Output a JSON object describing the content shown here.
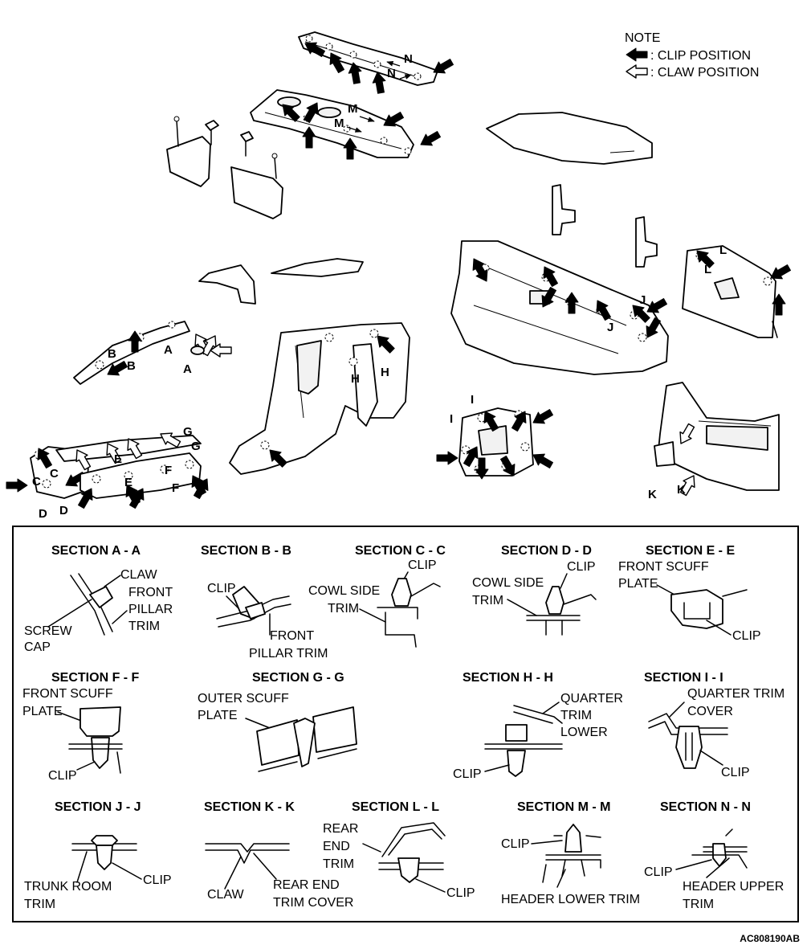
{
  "note": {
    "heading": "NOTE",
    "clip_text": ": CLIP POSITION",
    "claw_text": ": CLAW POSITION"
  },
  "section_letters": {
    "a": "A",
    "b": "B",
    "c": "C",
    "d": "D",
    "e": "E",
    "f": "F",
    "g": "G",
    "h": "H",
    "i": "I",
    "j": "J",
    "k": "K",
    "l": "L",
    "m": "M",
    "n": "N"
  },
  "sections": {
    "a": {
      "title": "SECTION A - A",
      "claw": "CLAW",
      "front_pillar_trim": [
        "FRONT",
        "PILLAR",
        "TRIM"
      ],
      "screw_cap": [
        "SCREW",
        "CAP"
      ]
    },
    "b": {
      "title": "SECTION B - B",
      "clip": "CLIP",
      "front_pillar_trim": [
        "FRONT",
        "PILLAR TRIM"
      ]
    },
    "c": {
      "title": "SECTION C - C",
      "clip": "CLIP",
      "cowl_side_trim": [
        "COWL SIDE",
        "TRIM"
      ]
    },
    "d": {
      "title": "SECTION D - D",
      "clip": "CLIP",
      "cowl_side_trim": [
        "COWL SIDE",
        "TRIM"
      ]
    },
    "e": {
      "title": "SECTION E - E",
      "front_scuff_plate": [
        "FRONT SCUFF",
        "PLATE"
      ],
      "clip": "CLIP"
    },
    "f": {
      "title": "SECTION F - F",
      "front_scuff_plate": [
        "FRONT SCUFF",
        "PLATE"
      ],
      "clip": "CLIP"
    },
    "g": {
      "title": "SECTION G - G",
      "outer_scuff_plate": [
        "OUTER SCUFF",
        "PLATE"
      ]
    },
    "h": {
      "title": "SECTION H - H",
      "quarter_trim_lower": [
        "QUARTER",
        "TRIM",
        "LOWER"
      ],
      "clip": "CLIP"
    },
    "i": {
      "title": "SECTION I - I",
      "quarter_trim_cover": [
        "QUARTER TRIM",
        "COVER"
      ],
      "clip": "CLIP"
    },
    "j": {
      "title": "SECTION J - J",
      "trunk_room_trim": [
        "TRUNK ROOM",
        "TRIM"
      ],
      "clip": "CLIP"
    },
    "k": {
      "title": "SECTION K - K",
      "claw": "CLAW",
      "rear_end_trim_cover": [
        "REAR END",
        "TRIM COVER"
      ]
    },
    "l": {
      "title": "SECTION L - L",
      "rear_end_trim": [
        "REAR",
        "END",
        "TRIM"
      ],
      "clip": "CLIP"
    },
    "m": {
      "title": "SECTION M - M",
      "clip": "CLIP",
      "header_lower_trim": "HEADER LOWER TRIM"
    },
    "n": {
      "title": "SECTION N - N",
      "clip": "CLIP",
      "header_upper_trim": [
        "HEADER UPPER",
        "TRIM"
      ]
    }
  },
  "drawing_code": "AC808190AB"
}
